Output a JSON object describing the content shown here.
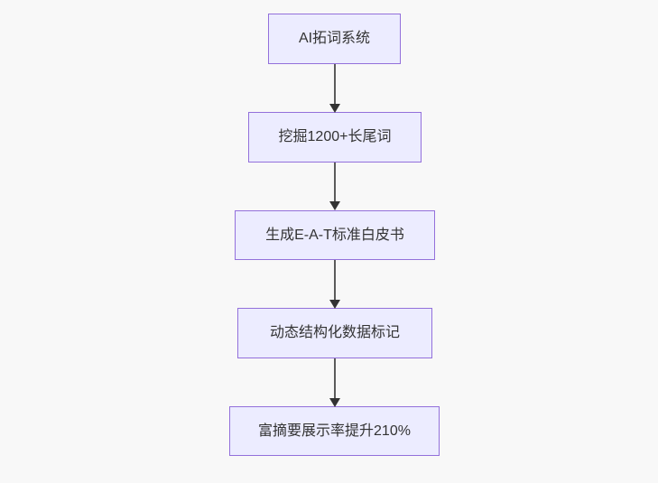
{
  "diagram": {
    "type": "flowchart-top-down",
    "nodes": [
      {
        "label": "AI拓词系统"
      },
      {
        "label": "挖掘1200+长尾词"
      },
      {
        "label": "生成E-A-T标准白皮书"
      },
      {
        "label": "动态结构化数据标记"
      },
      {
        "label": "富摘要展示率提升210%"
      }
    ],
    "edges": [
      {
        "from": 0,
        "to": 1
      },
      {
        "from": 1,
        "to": 2
      },
      {
        "from": 2,
        "to": 3
      },
      {
        "from": 3,
        "to": 4
      }
    ]
  },
  "colors": {
    "background": "#f8f8f8",
    "node_fill": "#ECECFF",
    "node_border": "#9370DB",
    "node_text": "#333333",
    "edge_line": "#5b5b5b",
    "arrowhead": "#333333"
  }
}
